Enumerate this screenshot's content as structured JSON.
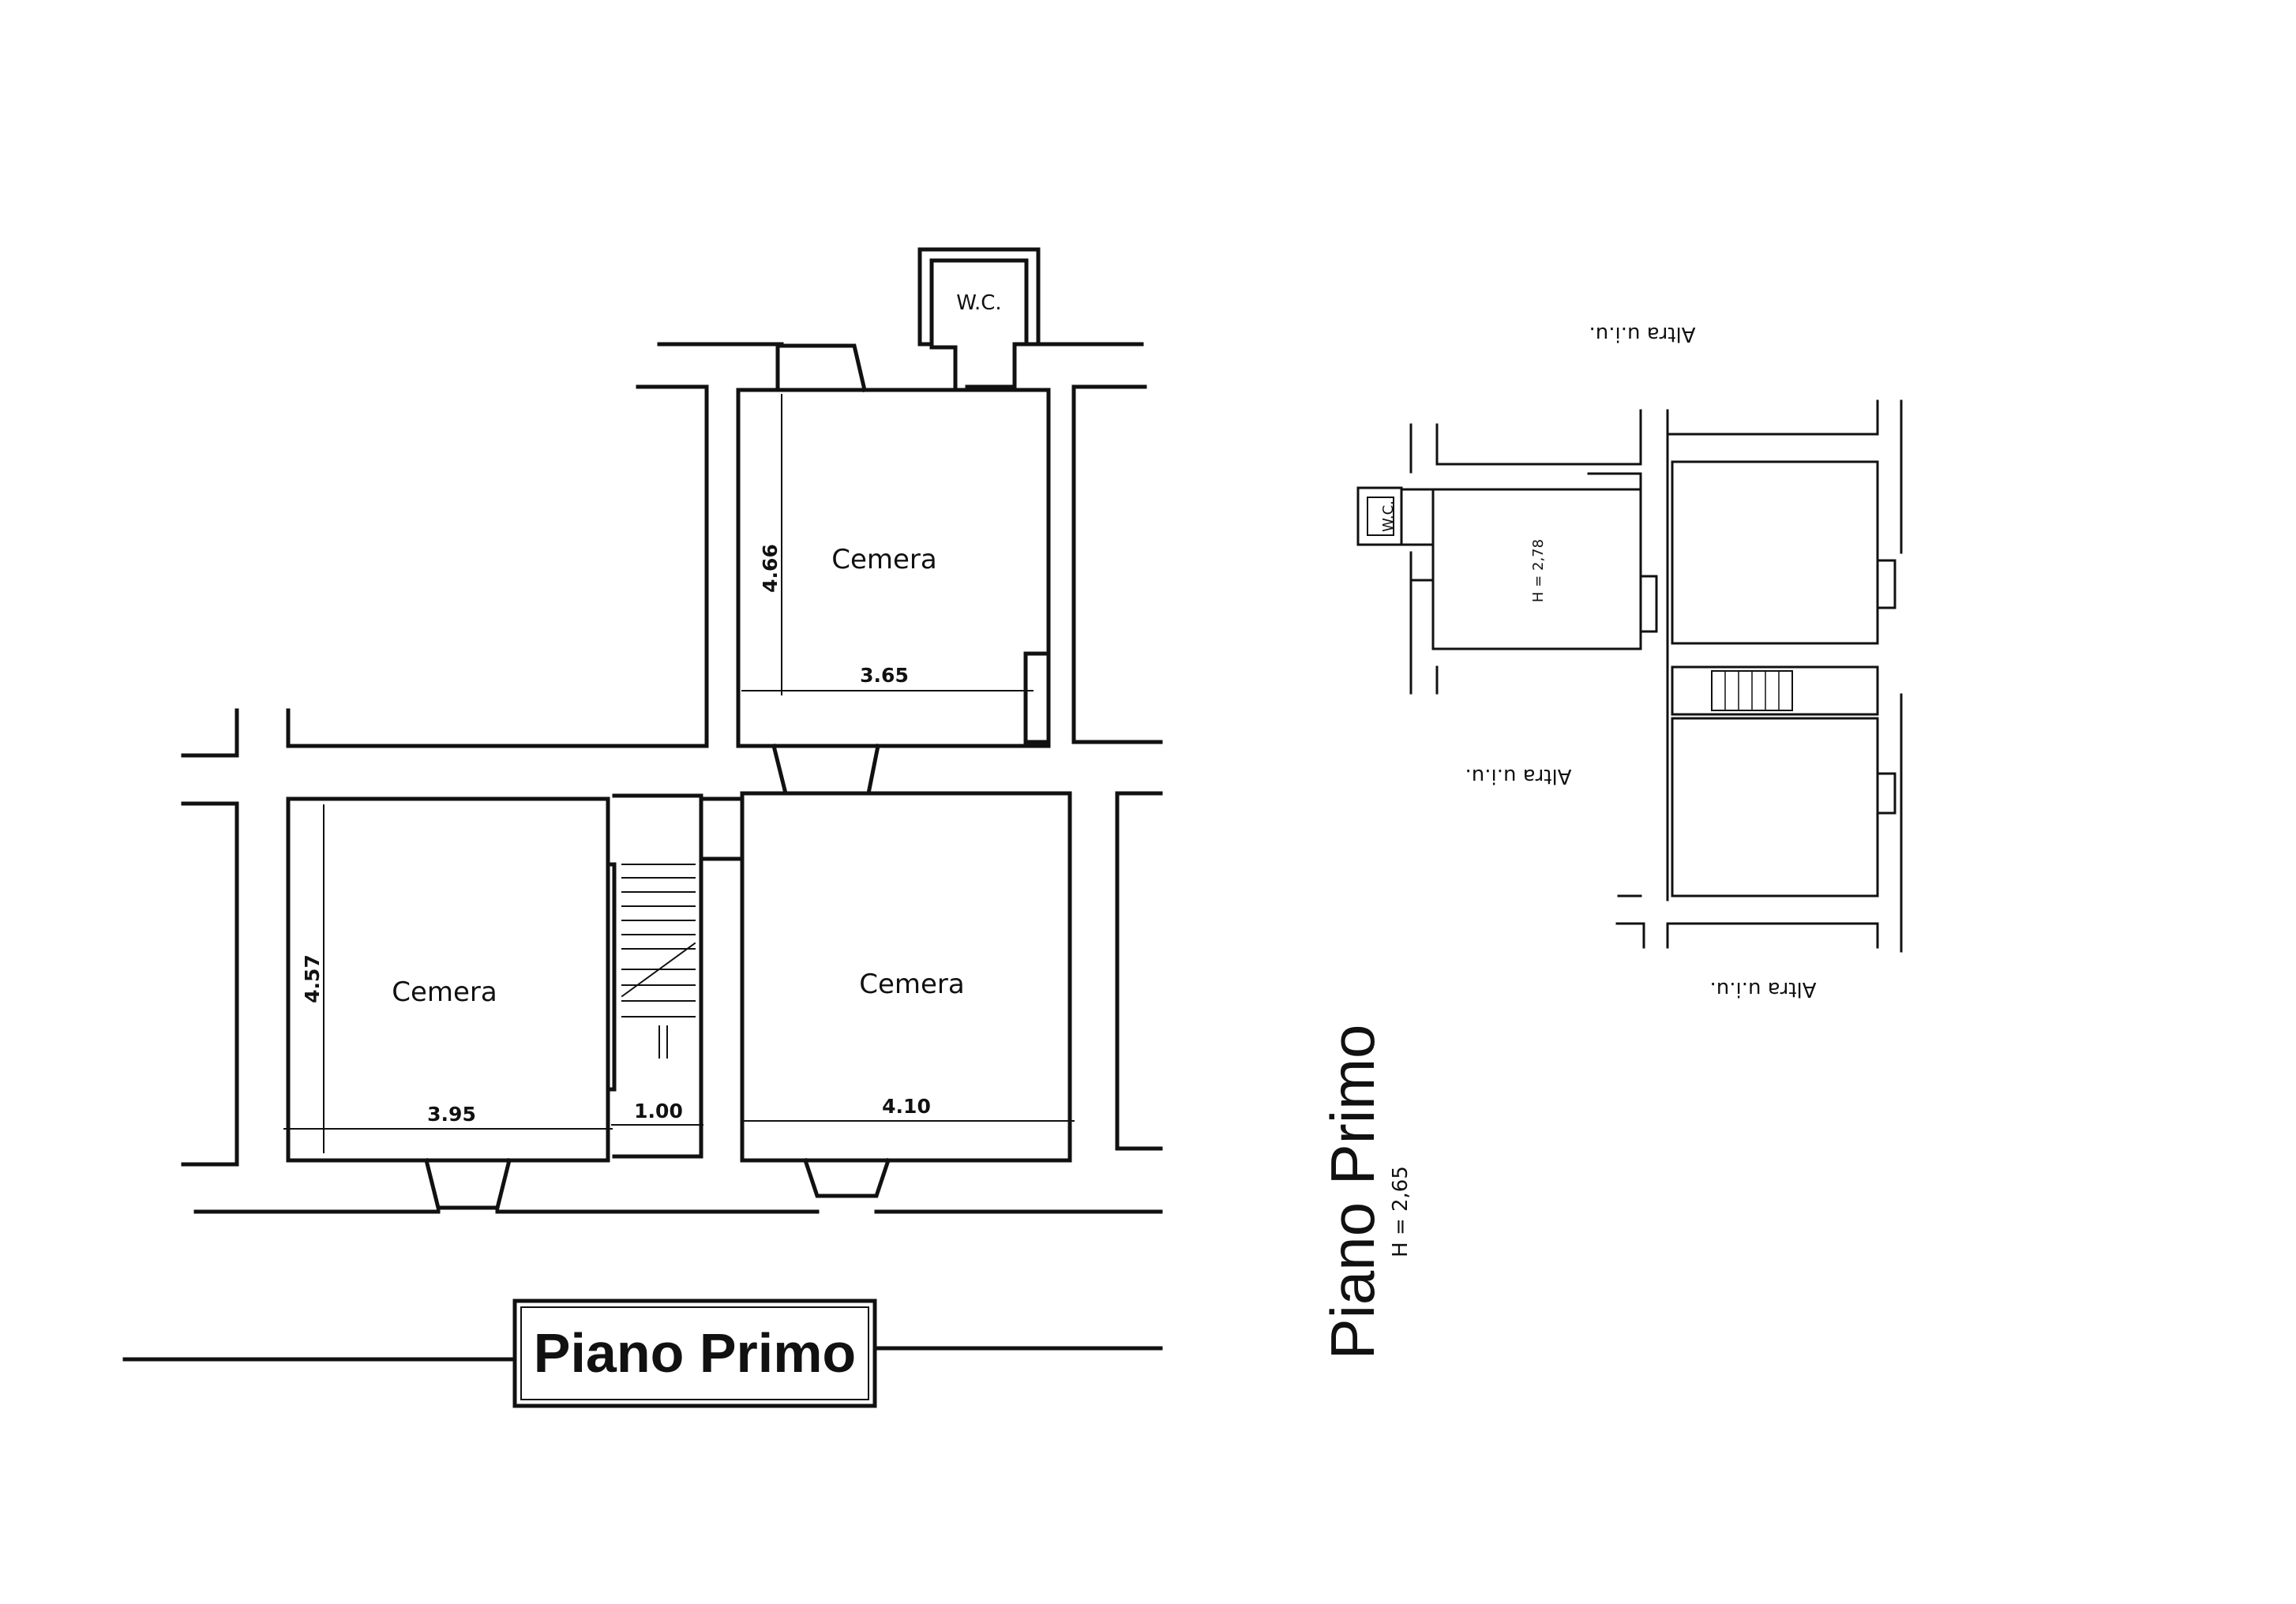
{
  "plan": {
    "rooms": [
      {
        "label": "Cemera"
      },
      {
        "label": "Cemera"
      },
      {
        "label": "Cemera"
      }
    ],
    "wc_label": "W.C.",
    "dimensions": {
      "top_room_height": "4.66",
      "top_room_width": "3.65",
      "left_room_height": "4.57",
      "left_room_width": "3.95",
      "stair_width": "1.00",
      "right_room_width": "4.10"
    },
    "title_box": "Piano Primo"
  },
  "site_plan": {
    "other_unit_labels": [
      "Altra u.i.u.",
      "Altra u.i.u.",
      "Altra u.i.u."
    ],
    "wc_label": "W.C.",
    "height_note": "H = 2,78"
  },
  "side_title": "Piano Primo",
  "side_height": "H = 2,65"
}
